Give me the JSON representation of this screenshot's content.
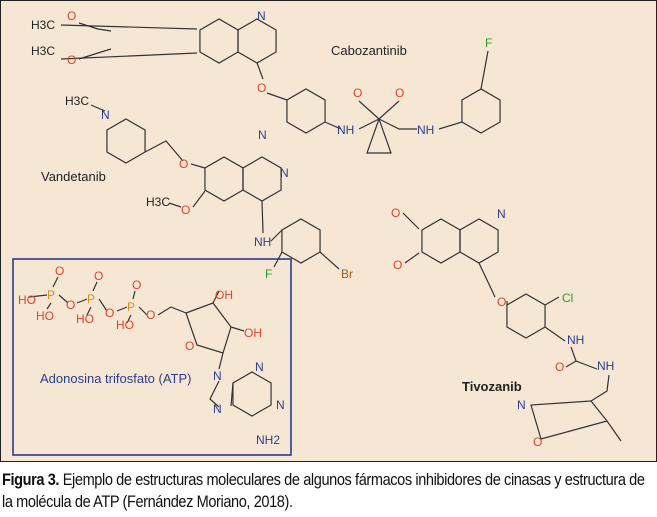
{
  "figure": {
    "molecules": {
      "cabozantinib": {
        "name": "Cabozantinib",
        "atoms": [
          "H3C",
          "O",
          "H3C",
          "O",
          "N",
          "O",
          "NH",
          "O",
          "O",
          "NH",
          "F"
        ]
      },
      "vandetanib": {
        "name": "Vandetanib",
        "atoms": [
          "H3C",
          "N",
          "O",
          "N",
          "N",
          "H3C",
          "O",
          "NH",
          "F",
          "Br"
        ]
      },
      "atp": {
        "name": "Adonosina trifosfato (ATP)",
        "atoms": [
          "O",
          "O",
          "O",
          "P",
          "P",
          "P",
          "HO",
          "O",
          "O",
          "O",
          "HO",
          "HO",
          "HO",
          "OH",
          "OH",
          "O",
          "N",
          "N",
          "N",
          "N",
          "NH2"
        ]
      },
      "tivozanib": {
        "name": "Tivozanib",
        "atoms": [
          "O",
          "O",
          "N",
          "O",
          "Cl",
          "NH",
          "O",
          "NH",
          "N",
          "O"
        ]
      }
    },
    "colors": {
      "background": "#f6e7d5",
      "frame": "#222222",
      "atp_box": "#2b3d8f"
    }
  },
  "caption": {
    "label": "Figura 3.",
    "text": " Ejemplo de estructuras moleculares de algunos fármacos inhibidores de cinasas y estructura de la molécula de ATP (Fernández Moriano, 2018)."
  }
}
